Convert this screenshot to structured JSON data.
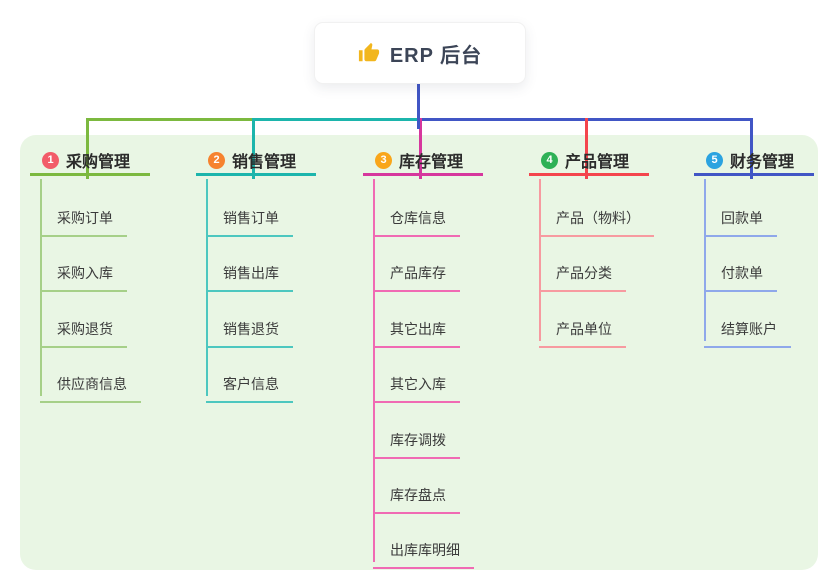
{
  "root": {
    "label": "ERP 后台",
    "icon": "thumbs-up-icon",
    "icon_color": "#f2b61d"
  },
  "canvas": {
    "background": "#ffffff",
    "panel_background": "#e9f6e4",
    "connector_color": "#4156c5"
  },
  "branches": [
    {
      "badge": "1",
      "label": "采购管理",
      "badge_color": "#f25c69",
      "line_color": "#7cb93f",
      "item_line_color": "#a6d088",
      "items": [
        "采购订单",
        "采购入库",
        "采购退货",
        "供应商信息"
      ]
    },
    {
      "badge": "2",
      "label": "销售管理",
      "badge_color": "#f6832f",
      "line_color": "#1cb5ac",
      "item_line_color": "#4cc7bf",
      "items": [
        "销售订单",
        "销售出库",
        "销售退货",
        "客户信息"
      ]
    },
    {
      "badge": "3",
      "label": "库存管理",
      "badge_color": "#f9a61a",
      "line_color": "#d6379d",
      "item_line_color": "#f06ab3",
      "items": [
        "仓库信息",
        "产品库存",
        "其它出库",
        "其它入库",
        "库存调拨",
        "库存盘点",
        "出库库明细"
      ]
    },
    {
      "badge": "4",
      "label": "产品管理",
      "badge_color": "#2eb156",
      "line_color": "#f4454d",
      "item_line_color": "#f79aa0",
      "items": [
        "产品（物料）",
        "产品分类",
        "产品单位"
      ]
    },
    {
      "badge": "5",
      "label": "财务管理",
      "badge_color": "#2ba3e0",
      "line_color": "#4156c5",
      "item_line_color": "#8fa8ea",
      "items": [
        "回款单",
        "付款单",
        "结算账户"
      ]
    }
  ]
}
